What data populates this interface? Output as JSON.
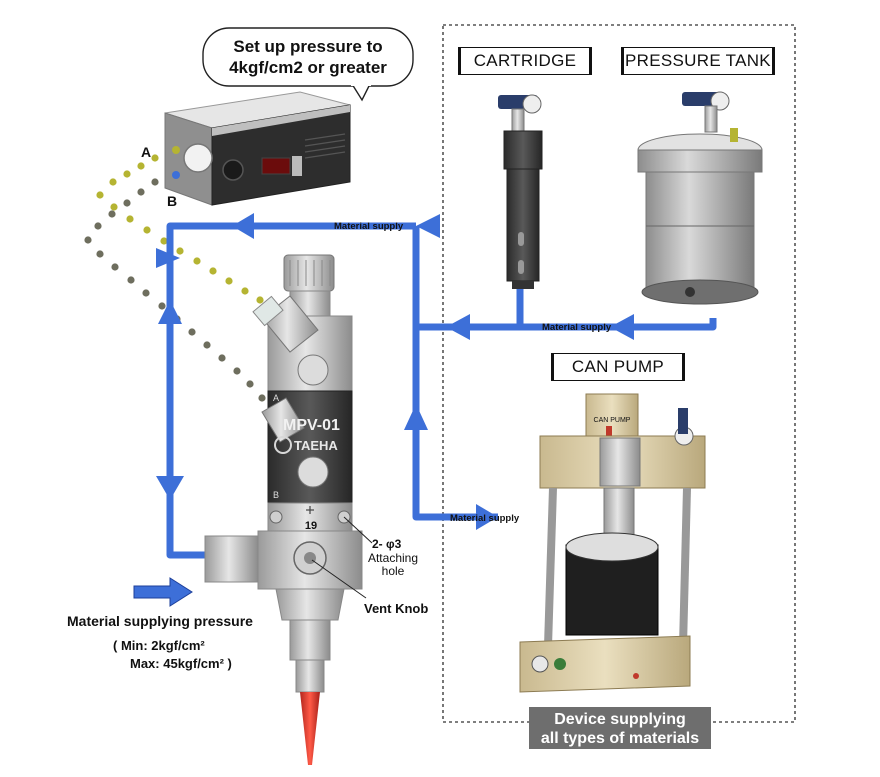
{
  "callout": {
    "line1": "Set up pressure to",
    "line2": "4kgf/cm2 or greater"
  },
  "controller": {
    "port_a": "A",
    "port_b": "B"
  },
  "sources": {
    "cartridge": "CARTRIDGE",
    "pressure_tank": "PRESSURE TANK",
    "can_pump": "CAN PUMP",
    "can_pump_plate": "CAN PUMP"
  },
  "flow_labels": {
    "top": "Material supply",
    "middle": "Material supply",
    "bottom": "Material supply"
  },
  "valve": {
    "model": "MPV-01",
    "brand": "TAEHA",
    "port_a": "A",
    "port_b": "B",
    "dimension": "19"
  },
  "annotations": {
    "attaching_size": "2- φ3",
    "attaching_line1": "Attaching",
    "attaching_line2": "hole",
    "vent_knob": "Vent Knob"
  },
  "pressure": {
    "title": "Material supplying pressure",
    "min": "( Min: 2kgf/cm²",
    "max": "Max: 45kgf/cm²  )"
  },
  "footer": {
    "line1": "Device supplying",
    "line2": "all types of materials"
  },
  "colors": {
    "flow_arrow": "#3d6fd8",
    "port_a_hose": "#b5b432",
    "port_b_hose": "#6e6e5e",
    "nozzle": "#e23a2e",
    "footer_bg": "#6e6e6e"
  }
}
